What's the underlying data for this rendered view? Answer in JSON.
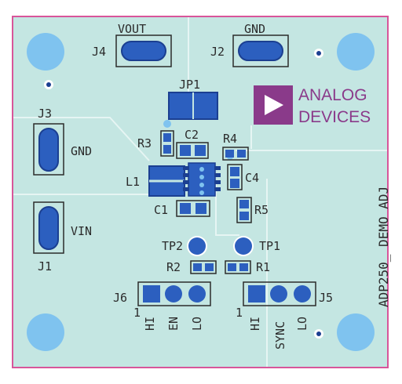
{
  "colors": {
    "board": "#c4e6e2",
    "outline": "#d8559a",
    "copper_pad": "#2c5fbf",
    "pad_dark": "#1b3f91",
    "silkscreen": "#2b2b2b",
    "trace": "#aee0da",
    "hole": "#7fc3ef",
    "logo": "#8a3a8a"
  },
  "logo": {
    "line1": "ANALOG",
    "line2": "DEVICES"
  },
  "board_title": "ADP250_ DEMO ADJ",
  "connectors": {
    "j4": {
      "ref": "J4",
      "net": "VOUT"
    },
    "j2": {
      "ref": "J2",
      "net": "GND"
    },
    "j3": {
      "ref": "J3",
      "net": "GND"
    },
    "j1": {
      "ref": "J1",
      "net": "VIN"
    },
    "j6": {
      "ref": "J6",
      "pin1": "1",
      "labels": [
        "HI",
        "EN",
        "LO"
      ]
    },
    "j5": {
      "ref": "J5",
      "pin1": "1",
      "labels": [
        "HI",
        "SYNC",
        "LO"
      ]
    }
  },
  "jumper": {
    "ref": "JP1"
  },
  "components": {
    "r1": "R1",
    "r2": "R2",
    "r3": "R3",
    "r4": "R4",
    "r5": "R5",
    "c1": "C1",
    "c2": "C2",
    "c4": "C4",
    "l1": "L1"
  },
  "test_points": {
    "tp1": "TP1",
    "tp2": "TP2"
  }
}
